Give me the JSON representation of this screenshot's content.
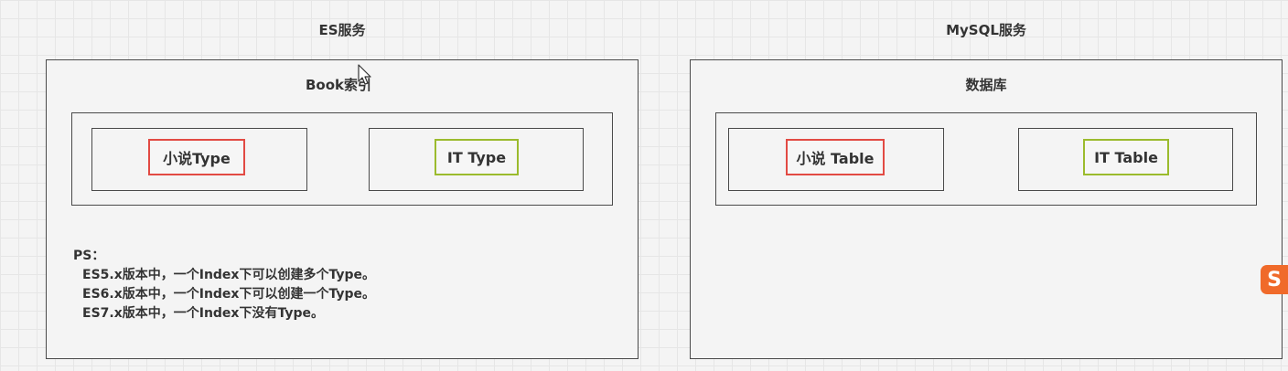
{
  "es": {
    "service_title": "ES服务",
    "index_title": "Book索引",
    "types": [
      {
        "label": "小说Type",
        "border_color": "#e24a43"
      },
      {
        "label": "IT Type",
        "border_color": "#9bbb2d"
      }
    ],
    "notes_title": "PS：",
    "notes": [
      "ES5.x版本中，一个Index下可以创建多个Type。",
      "ES6.x版本中，一个Index下可以创建一个Type。",
      "ES7.x版本中，一个Index下没有Type。"
    ]
  },
  "mysql": {
    "service_title": "MySQL服务",
    "database_title": "数据库",
    "tables": [
      {
        "label": "小说 Table",
        "border_color": "#e24a43"
      },
      {
        "label": "IT Table",
        "border_color": "#9bbb2d"
      }
    ]
  },
  "icons": {
    "cursor": "mouse-cursor-icon",
    "ime": "sogou-input-icon"
  },
  "colors": {
    "red": "#e24a43",
    "green": "#9bbb2d",
    "border": "#4a4a4a",
    "ime": "#f06a2a"
  }
}
